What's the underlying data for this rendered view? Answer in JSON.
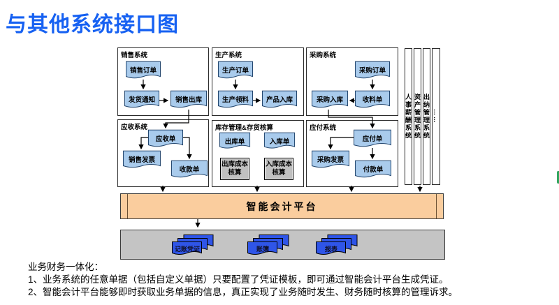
{
  "title": "与其他系统接口图",
  "colors": {
    "title-color": "#1661F2",
    "doc-fill": "#A9CBEC",
    "doc-stroke": "#23466E",
    "cost-fill": "#C0C0C0",
    "platform-fill": "#FACD9E",
    "platform-edge": "#6B4F33",
    "output-bar-fill": "#C4C4C4",
    "output-doc-fill": "#2F55E8",
    "line-color": "#000000"
  },
  "systems": {
    "sales": {
      "label": "销售系统",
      "nodes": {
        "order": "销售订单",
        "notice": "发货通知",
        "outbound": "销售出库"
      }
    },
    "production": {
      "label": "生产系统",
      "nodes": {
        "order": "生产订单",
        "material": "生产领料",
        "inbound": "产品入库"
      }
    },
    "procurement": {
      "label": "采购系统",
      "nodes": {
        "order": "采购订单",
        "receipt": "收料单",
        "inbound": "采购入库"
      }
    },
    "receivable": {
      "label": "应收系统",
      "nodes": {
        "bill": "应收单",
        "invoice": "销售发票",
        "collection": "收款单"
      }
    },
    "inventory": {
      "label": "库存管理&存货核算",
      "nodes": {
        "outbound": "出库单",
        "inbound": "入库单",
        "outbound_cost": "出库成本核算",
        "inbound_cost": "入库成本核算"
      }
    },
    "payable": {
      "label": "应付系统",
      "nodes": {
        "bill": "应付单",
        "invoice": "采购发票",
        "payment": "付款单"
      }
    },
    "side_systems": [
      "人事薪酬系统",
      "资产管理系统",
      "出纳管理系统",
      "……"
    ]
  },
  "platform": {
    "label": "智能会计平台"
  },
  "outputs": [
    "记账凭证",
    "账簿",
    "报表"
  ],
  "footer": {
    "heading": "业务财务一体化：",
    "items": [
      "1、业务系统的任意单据（包括自定义单据）只要配置了凭证模板，即可通过智能会计平台生成凭证。",
      "2、智能会计平台能够即时获取业务单据的信息，真正实现了业务随时发生、财务随时核算的管理诉求。"
    ]
  }
}
